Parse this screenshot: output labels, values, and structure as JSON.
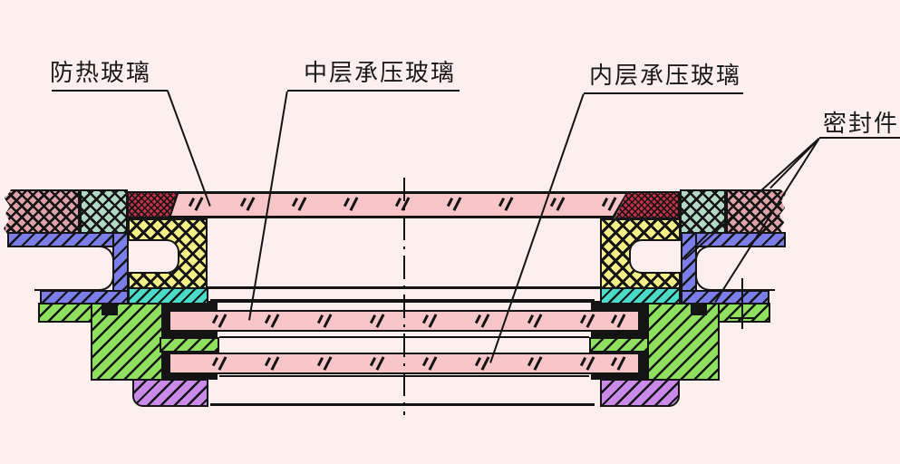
{
  "diagram": {
    "type": "engineering-cross-section",
    "description": "Multi-layer pressure window cross-section",
    "background_color": "#fcefed",
    "line_color": "#141414",
    "labels": [
      {
        "id": "heat-resistant-glass",
        "text": "防热玻璃"
      },
      {
        "id": "middle-pressure-glass",
        "text": "中层承压玻璃"
      },
      {
        "id": "inner-pressure-glass",
        "text": "内层承压玻璃"
      },
      {
        "id": "seals",
        "text": "密封件"
      }
    ],
    "materials": {
      "glass_fill": "#f8c6c9",
      "seal_ring_maroon": "#dfa2ab",
      "seal_ring_teal": "#b2d8c4",
      "seal_block_red": "#c53048",
      "retainer_yellow": "#f6ef88",
      "gasket_cyan": "#4adcc9",
      "clamp_blue": "#7b7de8",
      "frame_green": "#8ee05e",
      "trim_purple": "#c98ae9"
    }
  }
}
